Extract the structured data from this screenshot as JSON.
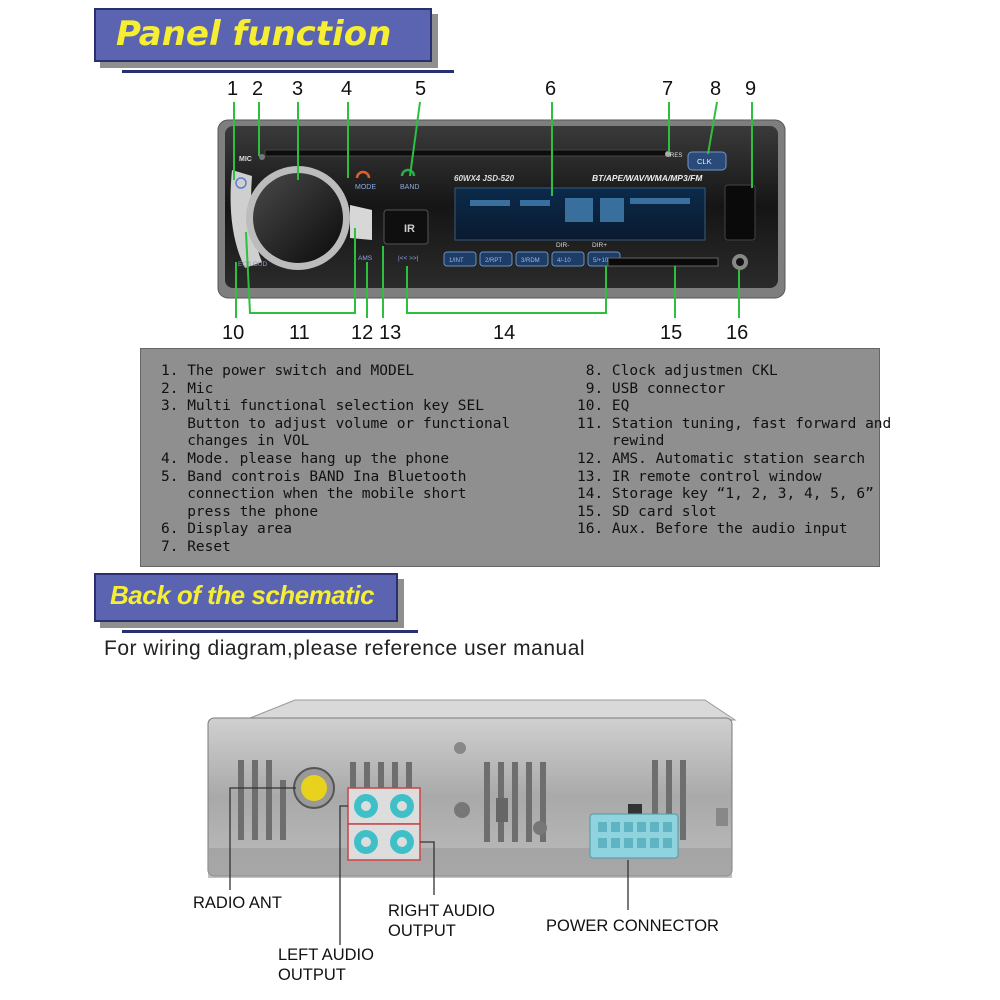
{
  "panel_banner": {
    "title": "Panel function"
  },
  "callouts_top": [
    "1",
    "2",
    "3",
    "4",
    "5",
    "6",
    "7",
    "8",
    "9"
  ],
  "callouts_bottom": [
    "10",
    "11",
    "12",
    "13",
    "14",
    "15",
    "16"
  ],
  "device_front": {
    "mic_label": "MIC",
    "mode_label": "MODE",
    "band_label": "BAND",
    "model_text": "60WX4  JSD-520",
    "formats_text": "BT/APE/WAV/WMA/MP3/FM",
    "res_label": "RES",
    "clk_label": "CLK",
    "ir_label": "IR",
    "eq_label": "EQ/LOUD",
    "ams_label": "AMS",
    "skip_label": "|<< >>|",
    "dir_minus": "DIR-",
    "dir_plus": "DIR+",
    "preset_labels": [
      "1/INT",
      "2/RPT",
      "3/RDM",
      "4/-10",
      "5/+10"
    ]
  },
  "legend": {
    "left": [
      "1. The power switch and MODEL",
      "2. Mic",
      "3. Multi functional selection key SEL",
      "   Button to adjust volume or functional",
      "   changes in VOL",
      "4. Mode. please hang up the phone",
      "5. Band controis BAND Ina Bluetooth",
      "   connection when the mobile short",
      "   press the phone",
      "6. Display area",
      "7. Reset"
    ],
    "right": [
      " 8. Clock adjustmen CKL",
      " 9. USB connector",
      "10. EQ",
      "11. Station tuning, fast forward and",
      "    rewind",
      "12. AMS. Automatic station search",
      "13. IR remote control window",
      "14. Storage key “1, 2, 3, 4, 5, 6”",
      "15. SD card slot",
      "16. Aux. Before the audio input"
    ]
  },
  "back_banner": {
    "title": "Back of the schematic"
  },
  "wiring_note": "For wiring diagram,please reference user manual",
  "back_labels": {
    "radio_ant": "RADIO ANT",
    "right_audio_1": "RIGHT AUDIO",
    "right_audio_2": "OUTPUT",
    "left_audio_1": "LEFT AUDIO",
    "left_audio_2": "OUTPUT",
    "power_connector": "POWER CONNECTOR"
  },
  "colors": {
    "banner_fill": "#5b64b0",
    "banner_text": "#f6ee32",
    "legend_bg": "#8f8f8f",
    "rca_cyan": "#3fc0c8",
    "antenna_yellow": "#e8d21e",
    "power_connector": "#8fd3df"
  }
}
